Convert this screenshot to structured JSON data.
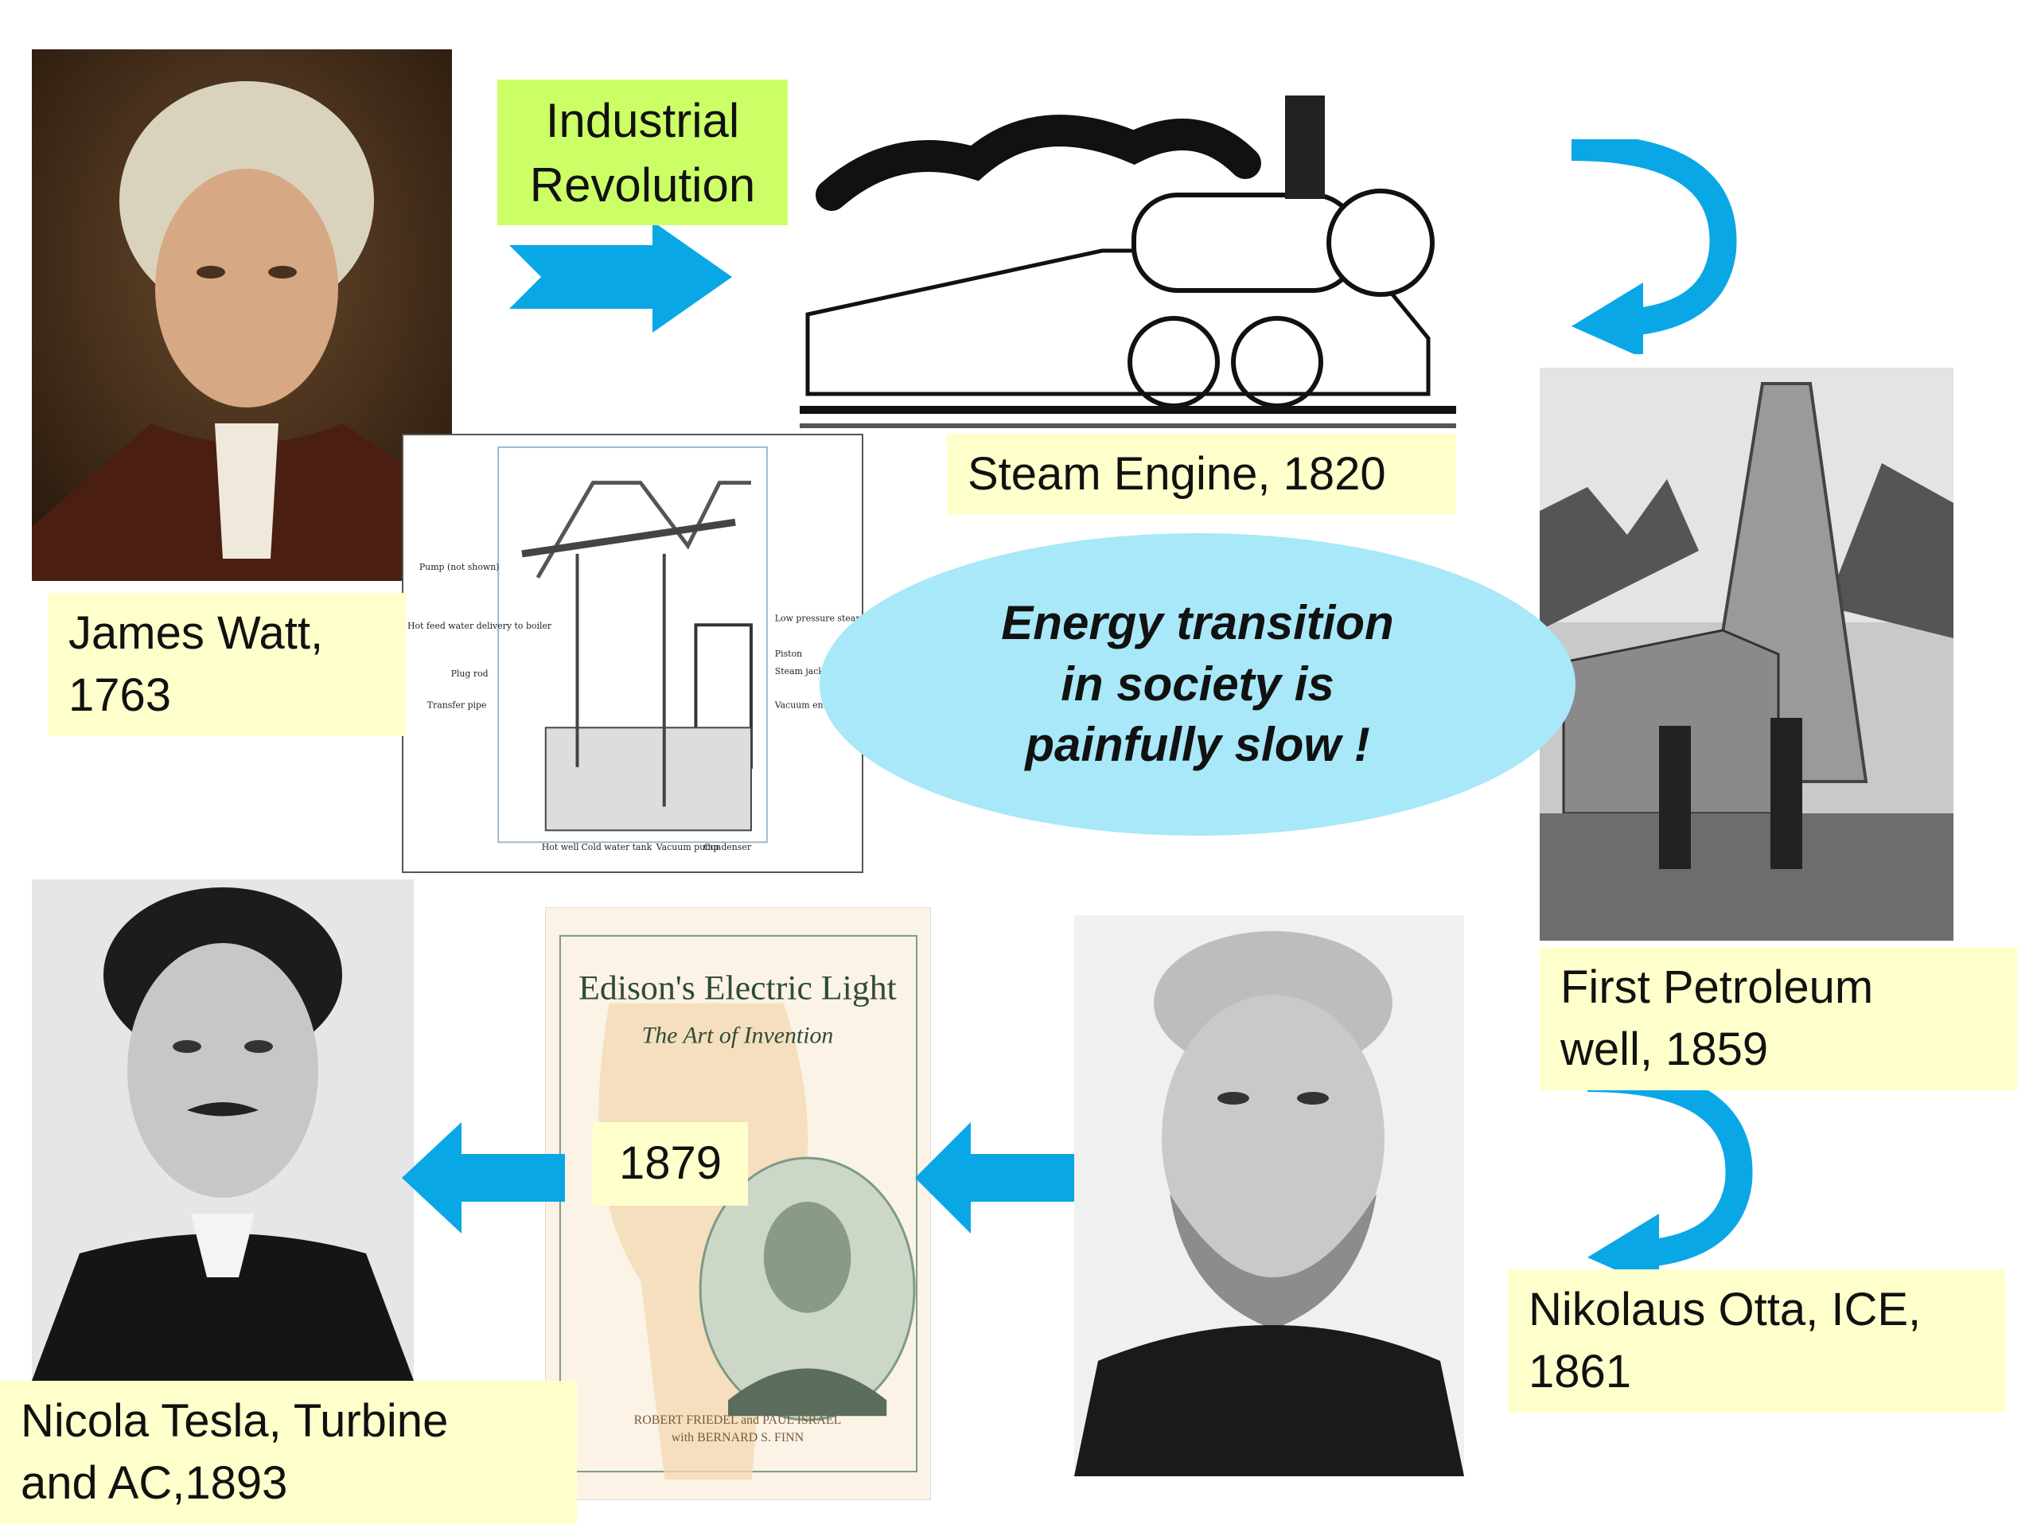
{
  "labels": {
    "industrial_revolution": [
      "Industrial",
      "Revolution"
    ],
    "steam_engine": "Steam Engine, 1820",
    "james_watt": [
      "James Watt,",
      "1763"
    ],
    "petroleum": [
      "First Petroleum",
      "well, 1859"
    ],
    "otta": [
      "Nikolaus Otta, ICE,",
      "1861"
    ],
    "tesla": [
      "Nicola Tesla, Turbine",
      "and  AC,1893"
    ],
    "edison_year": "1879"
  },
  "center_message": [
    "Energy transition",
    "in  society  is",
    "painfully slow !"
  ],
  "book": {
    "title": "Edison's Electric Light",
    "subtitle": "The Art of Invention",
    "authors": [
      "ROBERT FRIEDEL and PAUL ISRAEL",
      "with BERNARD S. FINN"
    ]
  },
  "engine_diagram_labels": [
    "Pump (not shown)",
    "Hot feed water delivery to boiler",
    "Plug rod",
    "Transfer pipe",
    "Low pressure steam end of cyl.",
    "Piston",
    "Steam jacket",
    "Vacuum end of cyl.",
    "Hot well",
    "Cold water tank",
    "Vacuum pump",
    "Condenser"
  ],
  "colors": {
    "arrow": "#0aa7e6",
    "label_bg": "#ffffcc",
    "highlight": "#ccff66",
    "oval": "#a8e8f8"
  }
}
